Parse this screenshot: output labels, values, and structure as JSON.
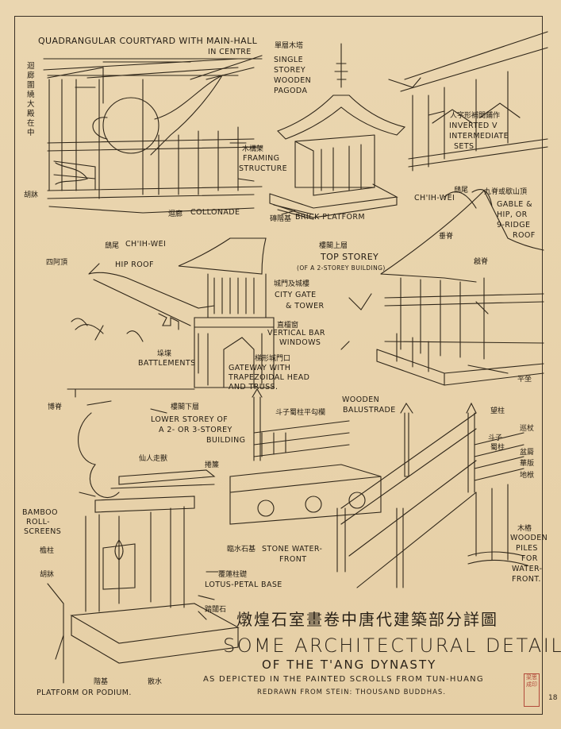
{
  "labels": {
    "courtyard": "QUADRANGULAR COURTYARD WITH MAIN-HALL",
    "courtyard2": "IN CENTRE",
    "courtyard_cjk": "迴廊圍繞大殿在中",
    "framing_cjk": "木構架",
    "framing": "FRAMING",
    "framing2": "STRUCTURE",
    "hufu_cjk": "胡牀",
    "collonade_cjk": "迴廊",
    "collonade": "COLLONADE",
    "pagoda_cjk": "單層木塔",
    "pagoda1": "SINGLE",
    "pagoda2": "STOREY",
    "pagoda3": "WOODEN",
    "pagoda4": "PAGODA",
    "brick_cjk": "磚階基",
    "brick": "BRICK PLATFORM",
    "invv_cjk": "人字形補間鋪作",
    "invv1": "INVERTED V",
    "invv2": "INTERMEDIATE",
    "invv3": "SETS",
    "chiwei_r_cjk": "鴟尾",
    "chiwei_r": "CH'IH-WEI",
    "gable_cjk": "九脊或歇山頂",
    "gable1": "GABLE &",
    "gable2": "HIP, OR",
    "gable3": "9-RIDGE",
    "gable4": "ROOF",
    "chuiji_cjk": "垂脊",
    "qiangji_cjk": "戧脊",
    "chiwei_l_cjk": "鴟尾",
    "chiwei_l": "CH'IH-WEI",
    "hiproof_cjk": "四阿頂",
    "hiproof": "HIP ROOF",
    "topstorey_cjk": "樓閣上層",
    "topstorey": "TOP STOREY",
    "topstorey2": "(OF A 2-STOREY BUILDING)",
    "citygate_cjk": "城門及城樓",
    "citygate1": "CITY GATE",
    "citygate2": "& TOWER",
    "vbar_cjk": "直欞窗",
    "vbar1": "VERTICAL BAR",
    "vbar2": "WINDOWS",
    "gateway_cjk": "梯形城門口",
    "gateway1": "GATEWAY WITH",
    "gateway2": "TRAPEZOIDAL HEAD",
    "gateway3": "AND TRUSS.",
    "battle_cjk": "垛堞",
    "battle": "BATTLEMENTS",
    "pingzuo_cjk": "平坐",
    "chuiji2_cjk": "博脊",
    "lower_cjk": "樓閣下層",
    "lower1": "LOWER STOREY OF",
    "lower2": "A 2- OR 3-STOREY",
    "lower3": "BUILDING",
    "xianren_cjk": "仙人走獸",
    "juanlian_cjk": "捲簾",
    "bamboo1": "BAMBOO",
    "bamboo2": "ROLL-",
    "bamboo3": "SCREENS",
    "zhuzhu_cjk": "檐柱",
    "hufu2_cjk": "胡牀",
    "lotus_cjk": "覆蓮柱礎",
    "lotus": "LOTUS-PETAL BASE",
    "tagi_cjk": "踏闥石",
    "platform_cjk": "階基",
    "sanshui_cjk": "散水",
    "platform": "PLATFORM OR PODIUM.",
    "dougong_cjk": "斗子蜀柱平勾欄",
    "balustrade1": "WOODEN",
    "balustrade2": "BALUSTRADE",
    "stone_cjk": "臨水石基",
    "stone1": "STONE WATER-",
    "stone2": "FRONT",
    "wangzhu_cjk": "望柱",
    "xunzhang_cjk": "巡杖",
    "douzi_cjk": "斗子",
    "shuzhu_cjk": "蜀柱",
    "penchun_cjk": "盆脣",
    "huaban_cjk": "華版",
    "difu_cjk": "地栿",
    "muzhuang_cjk": "木樁",
    "piles1": "WOODEN",
    "piles2": "PILES",
    "piles3": "FOR",
    "piles4": "WATER-",
    "piles5": "FRONT."
  },
  "title": {
    "cjk": "燉煌石室畫卷中唐代建築部分詳圖",
    "line1": "SOME ARCHITECTURAL DETAILS",
    "line2": "OF THE T'ANG DYNASTY",
    "line3": "AS DEPICTED IN THE PAINTED SCROLLS FROM TUN-HUANG",
    "line4": "REDRAWN FROM STEIN: THOUSAND BUDDHAS."
  },
  "seal": "梁思成印",
  "page_number": "18",
  "colors": {
    "paper": "#e8d3ac",
    "ink": "#2a2218",
    "seal": "#b24a3a"
  }
}
